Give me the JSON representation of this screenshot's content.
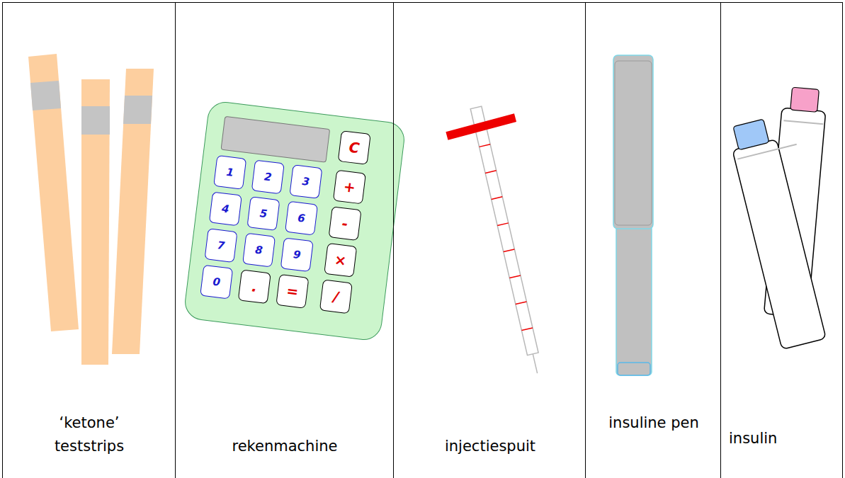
{
  "diagram": {
    "nodes": [
      {
        "text": [
          "‘ketone’ teststrips"
        ]
      },
      {
        "text": [
          "rekenmachine"
        ]
      },
      {
        "text": [
          "C"
        ],
        "in": 1
      },
      {
        "text": [
          "1"
        ],
        "in": 1
      },
      {
        "text": [
          "2"
        ],
        "in": 1
      },
      {
        "text": [
          "3"
        ],
        "in": 1
      },
      {
        "text": [
          "+"
        ],
        "in": 1
      },
      {
        "text": [
          "4"
        ],
        "in": 1
      },
      {
        "text": [
          "5"
        ],
        "in": 1
      },
      {
        "text": [
          "6"
        ],
        "in": 1
      },
      {
        "text": [
          "-"
        ],
        "in": 1
      },
      {
        "text": [
          "7"
        ],
        "in": 1
      },
      {
        "text": [
          "8"
        ],
        "in": 1
      },
      {
        "text": [
          "9"
        ],
        "in": 1
      },
      {
        "text": [
          "×"
        ],
        "in": 1
      },
      {
        "text": [
          "0"
        ],
        "in": 1
      },
      {
        "text": [
          "."
        ],
        "in": 1
      },
      {
        "text": [
          "="
        ],
        "in": 1
      },
      {
        "text": [
          "/"
        ],
        "in": 1
      },
      {
        "text": [
          "injectiespuit"
        ]
      },
      {
        "text": [
          "insuline pen"
        ]
      },
      {
        "text": [
          "insulin"
        ]
      }
    ]
  }
}
